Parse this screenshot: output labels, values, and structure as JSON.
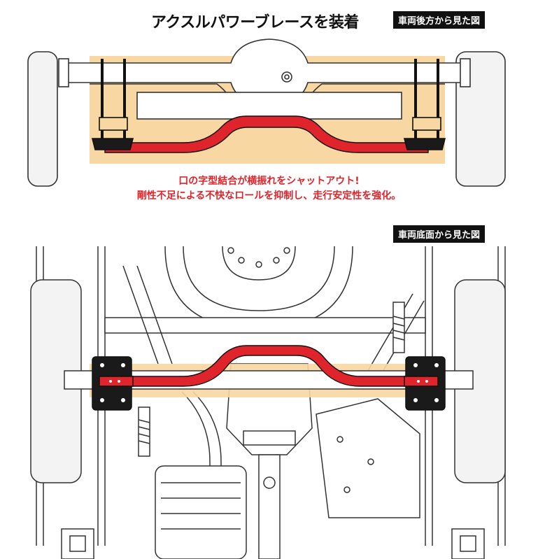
{
  "title": "アクスルパワーブレースを装着",
  "views": {
    "rear_label": "車両後方から見た図",
    "bottom_label": "車両底面から見た図"
  },
  "caption": {
    "line1": "口の字型結合が横振れをシャットアウト!",
    "line2": "剛性不足による不快なロールを抑制し、走行安定性を強化。"
  },
  "colors": {
    "brace_red": "#e0242b",
    "highlight_orange": "#f8d7a2",
    "bracket_black": "#1a1a1a",
    "line_gray": "#333333"
  }
}
